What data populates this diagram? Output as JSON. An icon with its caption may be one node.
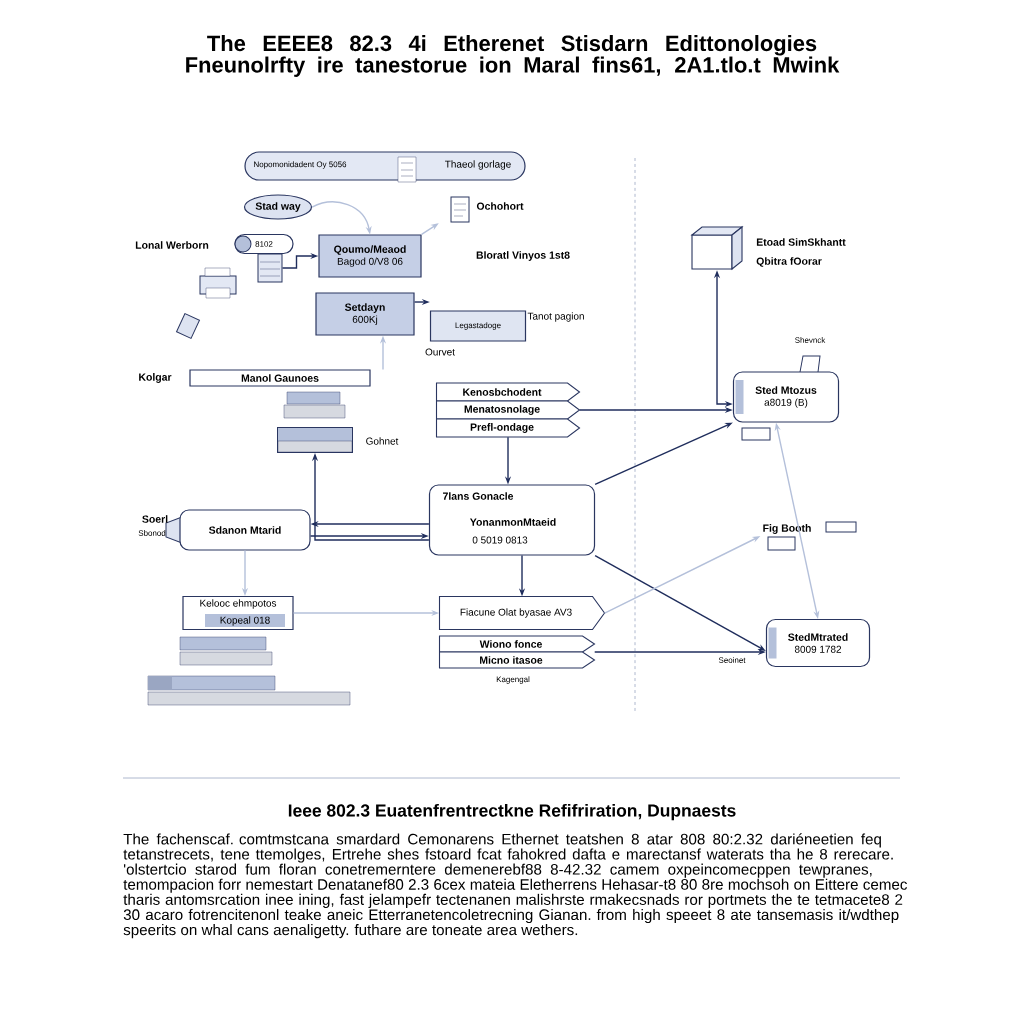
{
  "diagram": {
    "title": "The EEEE8 82.3 4i Etherenet Stisdarn Edittonologies Fneunolrfty ire tanestorue ion Maral fins61, 2A1.tlo.t Mwink",
    "nodes": [
      {
        "text": [
          "Nopomonidadent Oy 5056",
          "Thaeol gorlage"
        ]
      },
      {
        "text": [
          "Stad way"
        ]
      },
      {
        "text": [
          "8102"
        ],
        "beside": [
          "Lonal Werborn"
        ]
      },
      {
        "text": [
          "Qoumo/Meaod",
          "Bagod 0/V8 06"
        ]
      },
      {
        "text": [
          "Setdayn",
          "600Kj"
        ]
      },
      {
        "text": [
          "Ochohort"
        ]
      },
      {
        "text": [],
        "shape": "picture"
      },
      {
        "text": [
          "Legastadoge"
        ],
        "beside": [
          "Tanot pagion"
        ]
      },
      {
        "text": [
          "Manol Gaunoes"
        ],
        "beside": [
          "Kolgar"
        ]
      },
      {
        "text": [],
        "shape": "bar",
        "beside": [
          "Gohnet"
        ]
      },
      {
        "text": [
          "Kenosbchodent",
          "Menatosnolage",
          "Prefl-ondage"
        ]
      },
      {
        "text": [
          "Etoad SimSkhantt",
          "Qbitra fOorar"
        ]
      },
      {
        "text": [
          "Sted Mtozus",
          "a8019 (B)"
        ],
        "beside": [
          "Shevnck"
        ]
      },
      {
        "text": [
          "7lans Gonacle",
          "YonanmonMtaeid",
          "0 5019 0813"
        ]
      },
      {
        "text": [
          "Sdanon Mtarid"
        ],
        "beside": [
          "Soerl",
          "Sbonod"
        ]
      },
      {
        "text": [
          "Kelooc ehmpotos",
          "Kopeal 018"
        ]
      },
      {
        "text": [
          "Fiacune Olat byasae AV3"
        ]
      },
      {
        "text": [
          "Wiono fonce",
          "Micno itasoe"
        ],
        "beside": [
          "Kagengal"
        ]
      },
      {
        "text": [
          "Fig Booth"
        ]
      },
      {
        "text": [
          "StedMtrated",
          "8009 1782"
        ],
        "beside": [
          "Seoinet"
        ]
      }
    ],
    "edges": [
      {
        "from": 1,
        "to": 3,
        "arrow": "to",
        "color": "#b4c0da"
      },
      {
        "from": 6,
        "to": 3,
        "arrow": "to"
      },
      {
        "from": 3,
        "to": 5,
        "arrow": "to",
        "color": "#b4c0da"
      },
      {
        "from": 4,
        "to": 7,
        "arrow": "to"
      },
      {
        "from": 8,
        "to": 4,
        "arrow": "to",
        "color": "#b4c0da"
      },
      {
        "from": 13,
        "to": 9,
        "arrow": "to"
      },
      {
        "from": 10,
        "to": 13,
        "arrow": "to"
      },
      {
        "from": 10,
        "to": 12,
        "arrow": "to"
      },
      {
        "from": 14,
        "to": 13,
        "arrow": "to"
      },
      {
        "from": 13,
        "to": 14,
        "arrow": "to"
      },
      {
        "from": 13,
        "to": 12,
        "arrow": "to"
      },
      {
        "from": 13,
        "to": 16,
        "arrow": "to"
      },
      {
        "from": 13,
        "to": 19,
        "arrow": "to"
      },
      {
        "from": 17,
        "to": 19,
        "arrow": "to"
      },
      {
        "from": 14,
        "to": 15,
        "arrow": "to",
        "color": "#b4c0da"
      },
      {
        "from": 15,
        "to": 16,
        "arrow": "to",
        "color": "#b4c0da"
      },
      {
        "from": 12,
        "to": 19,
        "arrow": "both",
        "color": "#b4c0da"
      },
      {
        "from": 16,
        "to": 18,
        "arrow": "to",
        "color": "#b4c0da"
      },
      {
        "from": 11,
        "to": 12,
        "arrow": "both"
      }
    ],
    "labels": [
      "Bloratl Vinyos 1st8",
      "Ourvet",
      "Ieee 802.3 Euatenfrentrectkne Refifriration, Dupnaests",
      "The fachenscaf. comtmstcana smardard Cemonarens Ethernet teatshen 8 atar 808 80:2.32 dariéneetien feq tetanstrecets, tene ttemolges, Ertrehe shes fstoard fcat fahokred dafta e marectansf waterats tha he 8 rerecare. 'olstertcio starod fum floran conetremerntere demenerebf88 8-42.32 camem oxpeincomecppen tewpranes, temompacion forr nemestart Denatanef80 2.3 6cex mateia Eletherrens Hehasar-t8 80 8re mochsoh on Eittere cemec tharis antomsrcation inee ining, fast jelampefr tectenanen malishrste rmakecsnads ror portmets the te tetmacete8 2 30 acaro fotrencitenonl teake aneic Etterranetencoletrecning Gianan. from high speeet 8 ate tansemasis it/wdthep speerits on whal cans aenaligetty. futhare are toneate area wethers."
    ]
  }
}
